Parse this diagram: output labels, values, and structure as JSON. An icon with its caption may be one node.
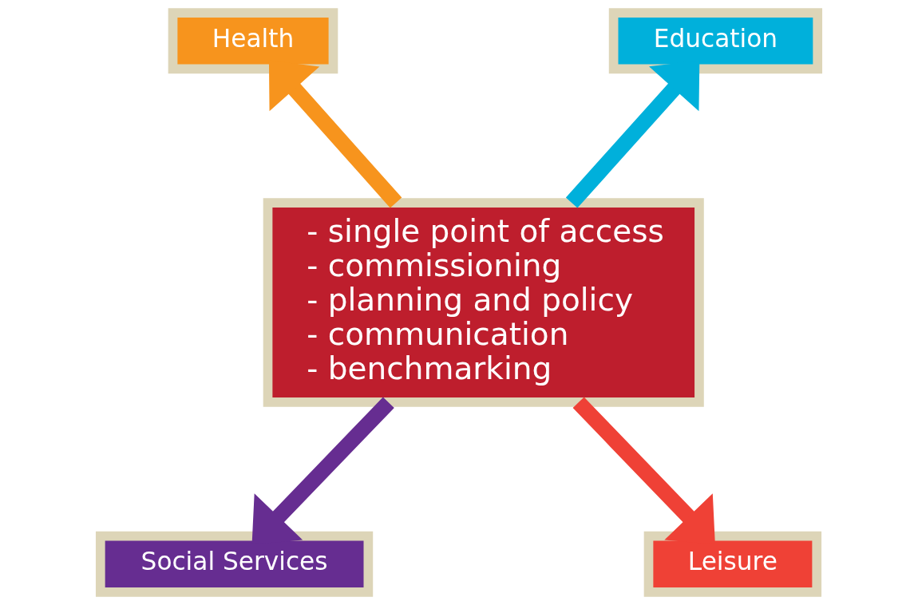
{
  "diagram": {
    "nodes": [
      {
        "text": [
          "- single point of access",
          "- commissioning",
          "- planning and policy",
          "- communication",
          "- benchmarking"
        ]
      },
      {
        "text": [
          "Health"
        ]
      },
      {
        "text": [
          "Education"
        ]
      },
      {
        "text": [
          "Social Services"
        ]
      },
      {
        "text": [
          "Leisure"
        ]
      }
    ],
    "edges": [
      {
        "from": 0,
        "to": 1,
        "arrow": "to",
        "color": "#f7941d"
      },
      {
        "from": 0,
        "to": 2,
        "arrow": "to",
        "color": "#00b0db"
      },
      {
        "from": 0,
        "to": 3,
        "arrow": "to",
        "color": "#662d91"
      },
      {
        "from": 0,
        "to": 4,
        "arrow": "to",
        "color": "#ef4136"
      }
    ]
  }
}
